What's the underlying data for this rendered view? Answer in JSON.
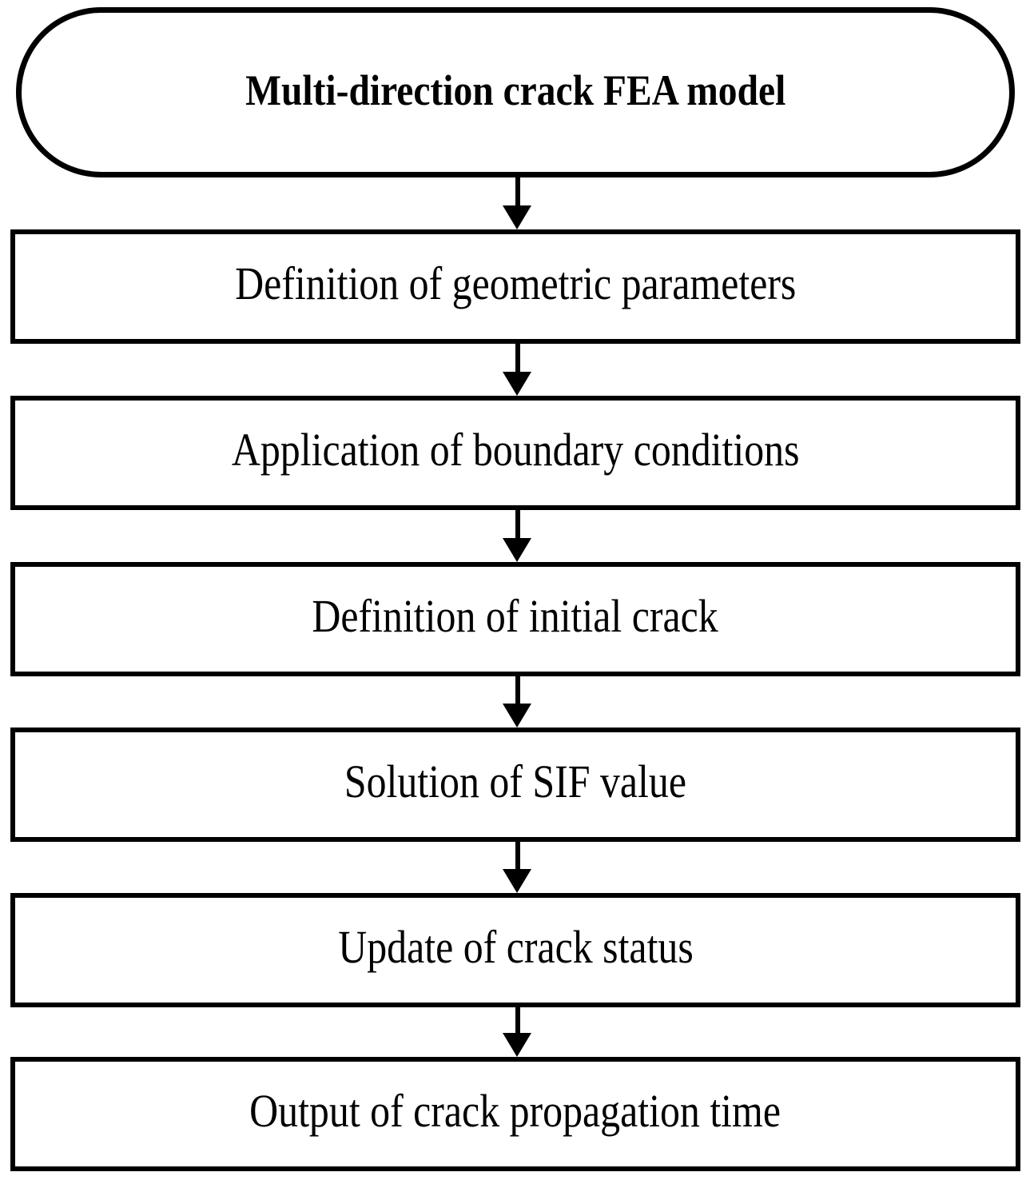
{
  "diagram": {
    "type": "flowchart",
    "orientation": "vertical",
    "background_color": "#ffffff",
    "line_color": "#000000",
    "nodes": [
      {
        "id": "start",
        "shape": "stadium",
        "label": "Multi-direction crack FEA model",
        "bold": true
      },
      {
        "id": "step-1",
        "shape": "rectangle",
        "label": "Definition of geometric parameters",
        "bold": false
      },
      {
        "id": "step-2",
        "shape": "rectangle",
        "label": "Application of boundary conditions",
        "bold": false
      },
      {
        "id": "step-3",
        "shape": "rectangle",
        "label": "Definition of initial crack",
        "bold": false
      },
      {
        "id": "step-4",
        "shape": "rectangle",
        "label": "Solution of SIF value",
        "bold": false
      },
      {
        "id": "step-5",
        "shape": "rectangle",
        "label": "Update of crack status",
        "bold": false
      },
      {
        "id": "step-6",
        "shape": "rectangle",
        "label": "Output of crack propagation time",
        "bold": false
      }
    ],
    "edges": [
      {
        "id": "edge-1",
        "from": "start",
        "to": "step-1",
        "arrow": "down-arrow"
      },
      {
        "id": "edge-2",
        "from": "step-1",
        "to": "step-2",
        "arrow": "down-arrow"
      },
      {
        "id": "edge-3",
        "from": "step-2",
        "to": "step-3",
        "arrow": "down-arrow"
      },
      {
        "id": "edge-4",
        "from": "step-3",
        "to": "step-4",
        "arrow": "down-arrow"
      },
      {
        "id": "edge-5",
        "from": "step-4",
        "to": "step-5",
        "arrow": "down-arrow"
      },
      {
        "id": "edge-6",
        "from": "step-5",
        "to": "step-6",
        "arrow": "down-arrow"
      }
    ]
  }
}
